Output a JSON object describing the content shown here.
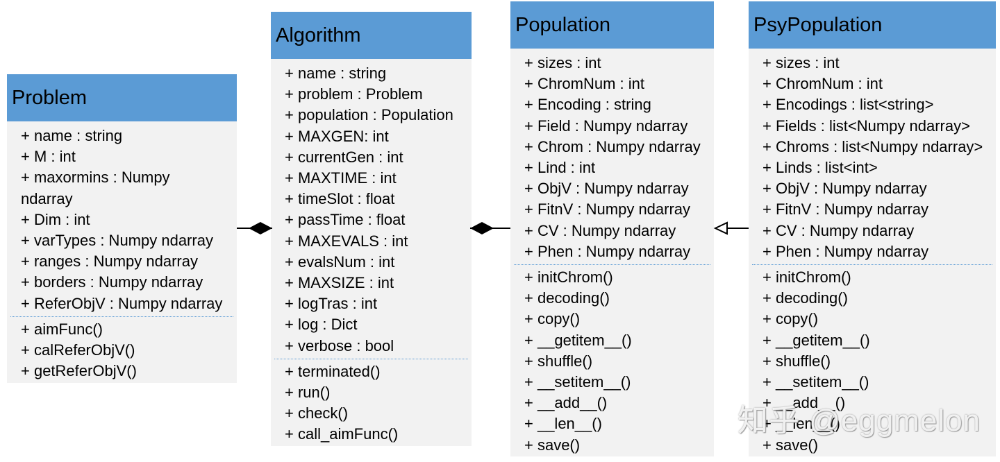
{
  "classes": {
    "problem": {
      "name": "Problem",
      "attributes": [
        "+ name : string",
        "+ M : int",
        "+ maxormins : Numpy",
        "ndarray",
        "+ Dim : int",
        "+ varTypes : Numpy ndarray",
        "+ ranges : Numpy ndarray",
        "+ borders : Numpy ndarray",
        "+ ReferObjV : Numpy ndarray"
      ],
      "methods": [
        "+ aimFunc()",
        "+ calReferObjV()",
        "+ getReferObjV()"
      ]
    },
    "algorithm": {
      "name": "Algorithm",
      "attributes": [
        "+ name : string",
        "+ problem : Problem",
        "+ population : Population",
        "+ MAXGEN: int",
        "+ currentGen : int",
        "+ MAXTIME : int",
        "+ timeSlot : float",
        "+ passTime : float",
        "+ MAXEVALS : int",
        "+ evalsNum : int",
        "+ MAXSIZE : int",
        "+ logTras : int",
        "+ log : Dict",
        "+ verbose : bool"
      ],
      "methods": [
        "+ terminated()",
        "+ run()",
        "+ check()",
        "+ call_aimFunc()"
      ]
    },
    "population": {
      "name": "Population",
      "attributes": [
        "+ sizes : int",
        "+ ChromNum : int",
        "+ Encoding : string",
        "+ Field : Numpy ndarray",
        "+ Chrom : Numpy ndarray",
        "+ Lind : int",
        "+ ObjV : Numpy ndarray",
        "+ FitnV : Numpy ndarray",
        "+ CV : Numpy ndarray",
        "+ Phen : Numpy ndarray"
      ],
      "methods": [
        "+ initChrom()",
        "+ decoding()",
        "+ copy()",
        "+ __getitem__()",
        "+ shuffle()",
        "+ __setitem__()",
        "+ __add__()",
        "+ __len__()",
        "+ save()"
      ]
    },
    "psypopulation": {
      "name": "PsyPopulation",
      "attributes": [
        "+ sizes : int",
        "+ ChromNum : int",
        "+ Encodings : list<string>",
        "+ Fields : list<Numpy ndarray>",
        "+ Chroms : list<Numpy ndarray>",
        "+ Linds : list<int>",
        "+ ObjV : Numpy ndarray",
        "+ FitnV : Numpy ndarray",
        "+ CV : Numpy ndarray",
        "+ Phen : Numpy ndarray"
      ],
      "methods": [
        "+ initChrom()",
        "+ decoding()",
        "+ copy()",
        "+ __getitem__()",
        "+ shuffle()",
        "+ __setitem__()",
        "+ __add__()",
        "+ __len__()",
        "+ save()"
      ]
    }
  },
  "relations": [
    {
      "from": "Algorithm",
      "to": "Problem",
      "kind": "composition"
    },
    {
      "from": "Algorithm",
      "to": "Population",
      "kind": "composition"
    },
    {
      "from": "PsyPopulation",
      "to": "Population",
      "kind": "inheritance"
    }
  ],
  "watermark": "知乎 @eggmelon",
  "colors": {
    "header": "#5b9bd5",
    "body": "#f2f2f2",
    "separator": "#5b9bd5"
  }
}
